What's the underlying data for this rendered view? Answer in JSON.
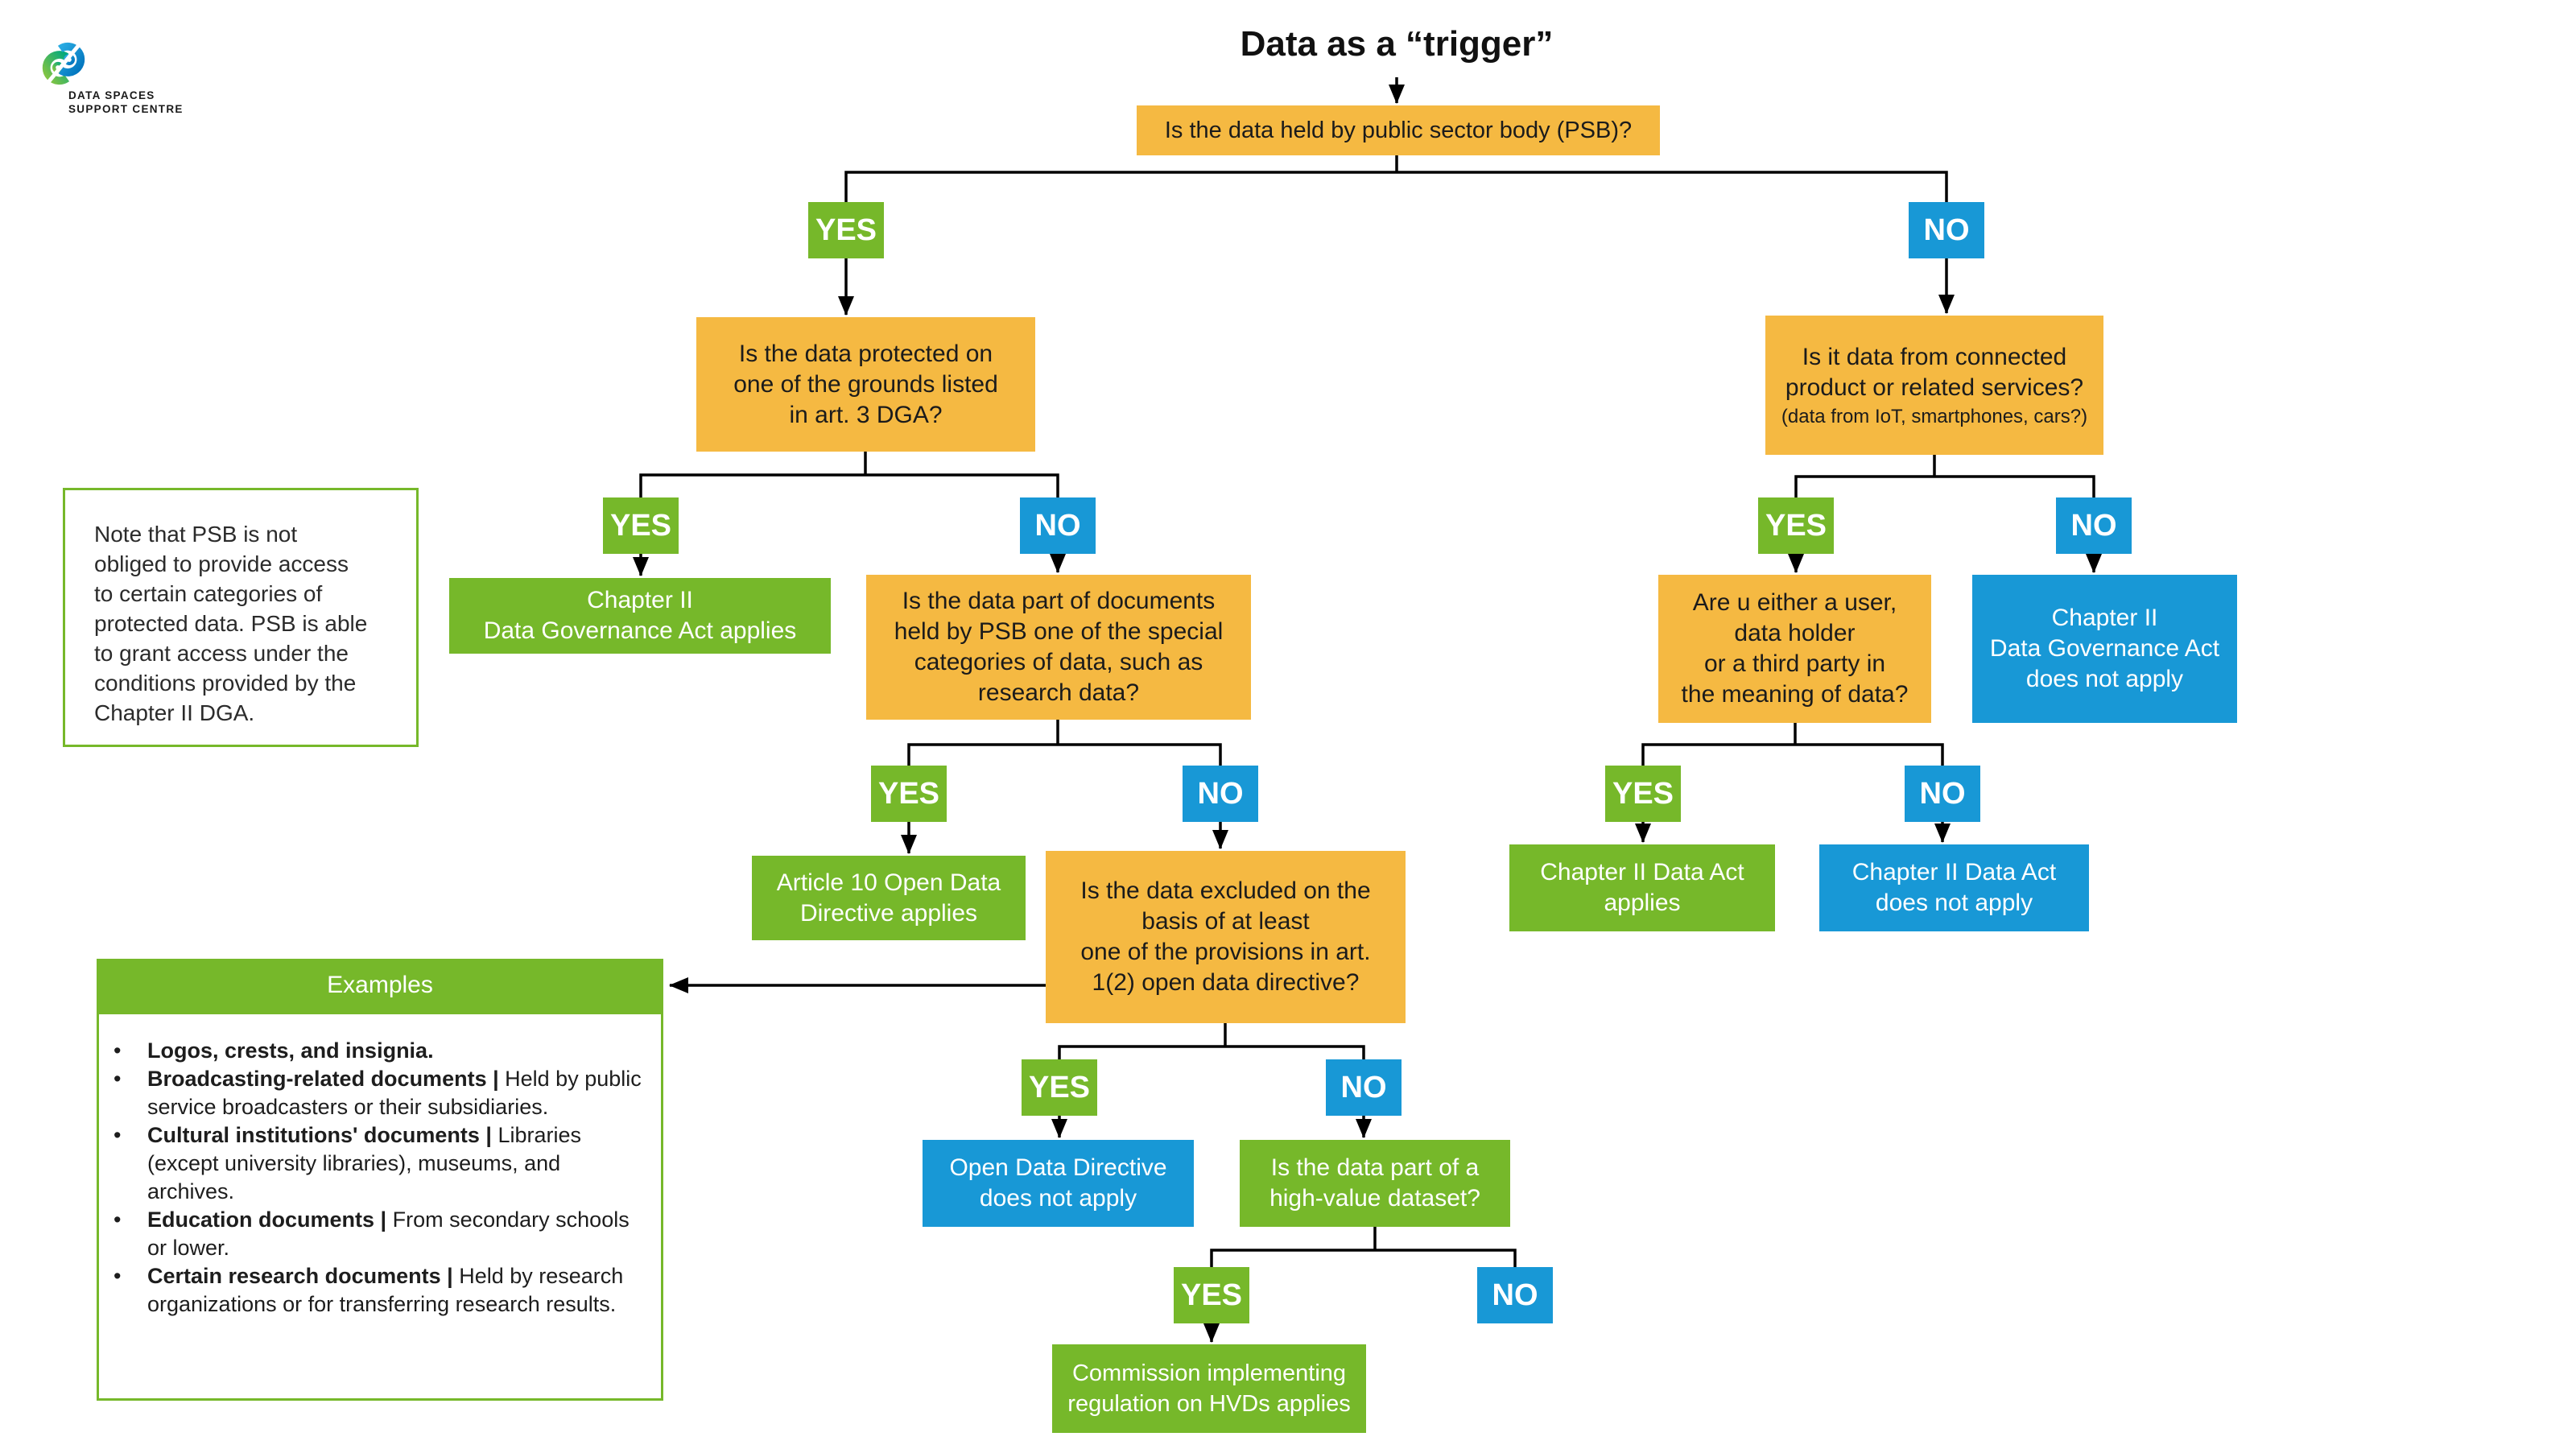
{
  "brand": {
    "line1": "DATA SPACES",
    "line2": "SUPPORT CENTRE"
  },
  "title": "Data as a “trigger”",
  "labels": {
    "yes": "YES",
    "no": "NO"
  },
  "colors": {
    "green": "#76B82A",
    "blue": "#1898D6",
    "orange": "#F5B942",
    "line": "#000000",
    "logo_green": "#8CC63F",
    "logo_teal": "#00A87E",
    "logo_blue": "#29ABE2",
    "logo_blue_dark": "#0072BC"
  },
  "nodes": {
    "q1": "Is the data held by public sector body (PSB)?",
    "q_protected": "Is the data protected on\none of the grounds listed\nin art. 3 DGA?",
    "note": "Note that PSB is not\nobliged to provide access\nto certain categories of\nprotected data. PSB is able\nto grant access under the\nconditions provided by the\nChapter II DGA.",
    "dga_applies": "Chapter II\nData Governance Act applies",
    "q_special": "Is the data part of documents\nheld by PSB one of the special\ncategories of data, such as\nresearch data?",
    "art10": "Article 10 Open Data\nDirective applies",
    "q_excluded": "Is the data excluded on the\nbasis of at least\none of the provisions in art.\n1(2) open data directive?",
    "odd_na": "Open Data Directive\ndoes not apply",
    "q_hvd": "Is the data part of a\nhigh-value dataset?",
    "commission": "Commission implementing\nregulation on HVDs applies",
    "q_connected": "Is it data from connected\nproduct or related services?",
    "q_connected_sub": "(data from IoT, smartphones, cars?)",
    "q_role": "Are u either a user,\ndata holder\nor a third party in\nthe meaning of data?",
    "dga_na": "Chapter II\nData Governance Act\ndoes not apply",
    "da_applies": "Chapter II Data Act\napplies",
    "da_na": "Chapter II Data Act\ndoes not apply"
  },
  "examples": {
    "header": "Examples",
    "items": [
      {
        "lead": "Logos, crests, and insignia.",
        "rest": ""
      },
      {
        "lead": "Broadcasting-related documents |",
        "rest": " Held by public service broadcasters or their subsidiaries."
      },
      {
        "lead": "Cultural institutions' documents |",
        "rest": " Libraries (except university libraries), museums, and archives."
      },
      {
        "lead": "Education documents |",
        "rest": " From secondary schools or lower."
      },
      {
        "lead": "Certain research documents |",
        "rest": " Held by research organizations or for transferring research results."
      }
    ]
  }
}
